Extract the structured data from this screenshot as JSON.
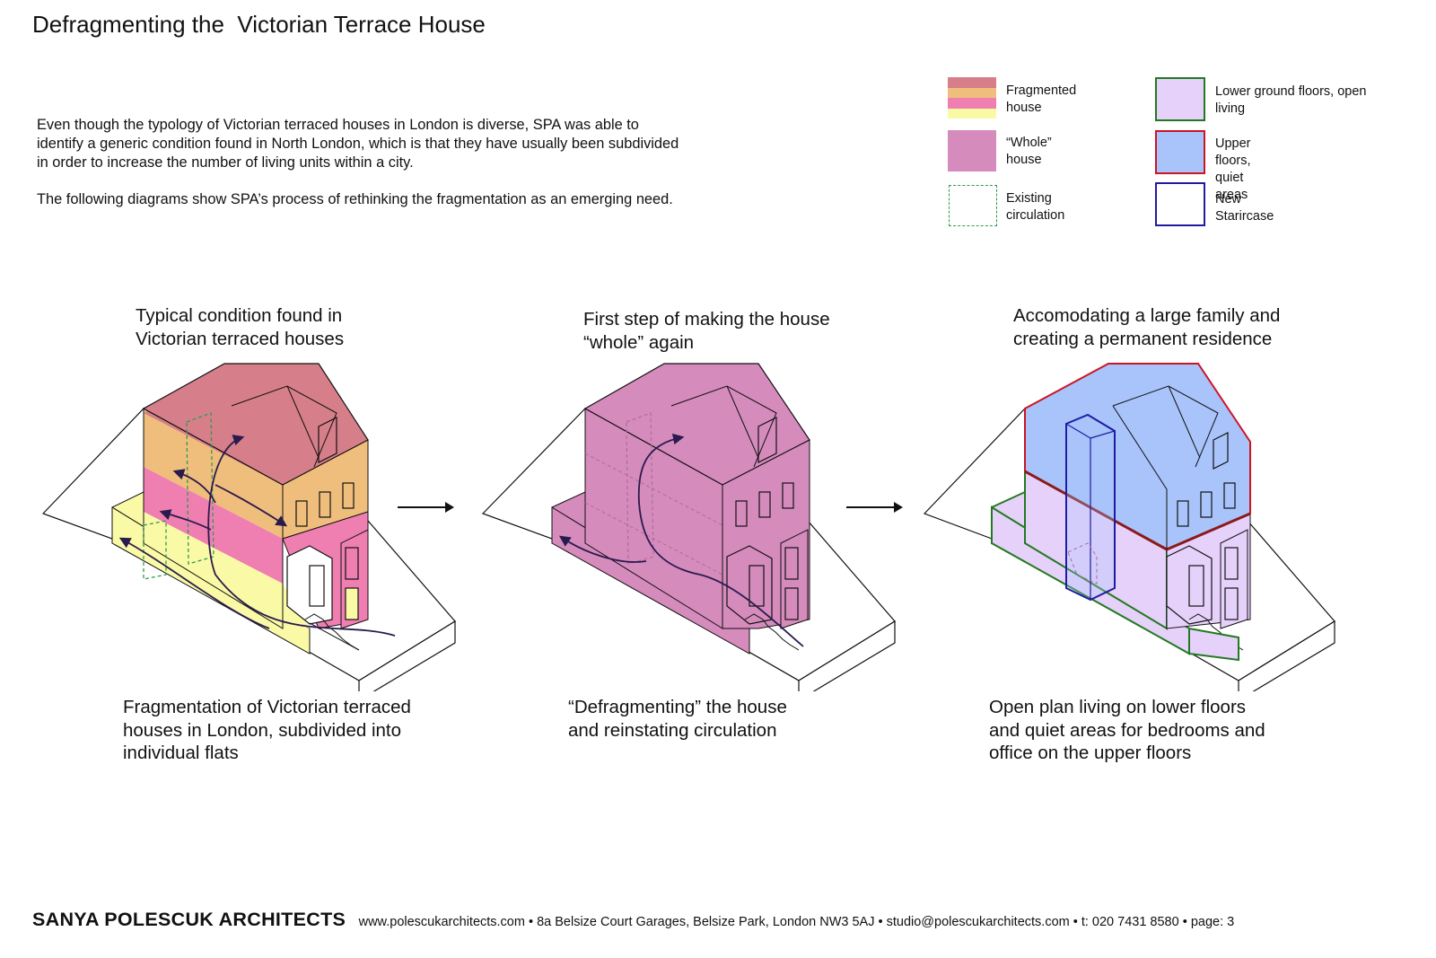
{
  "title": "Defragmenting the  Victorian Terrace House",
  "intro": {
    "paragraph1": "Even though the typology of Victorian terraced houses in London is diverse, SPA was able to identify a generic condition found in North London, which is that they have usually been subdivided in order to increase the number of living units within a city.",
    "paragraph2": "The following diagrams show SPA’s process of rethinking the fragmentation as an emerging need."
  },
  "legend": {
    "fragmented": "Fragmented house",
    "whole": "“Whole” house",
    "circulation": "Existing circulation",
    "lower": "Lower ground floors, open living",
    "upper": "Upper floors, quiet areas",
    "stair": "New Starircase"
  },
  "colors": {
    "fragment_band_1": "#d67f8a",
    "fragment_band_2": "#f0be7c",
    "fragment_band_3": "#ef7fb0",
    "fragment_band_4": "#fafaa6",
    "whole": "#d68bbd",
    "lower": "#e6d1fb",
    "upper": "#a8c4fb",
    "circulation_outline": "#2e9a50",
    "lower_outline": "#227a20",
    "upper_outline": "#cc1424",
    "stair_outline": "#1f1ca0"
  },
  "diagrams": [
    {
      "heading": "Typical condition found in\nVictorian terraced houses",
      "caption": "Fragmentation of Victorian terraced\nhouses in London, subdivided into\nindividual flats"
    },
    {
      "heading": "First step of making the house\n“whole” again",
      "caption": "“Defragmenting” the house\nand reinstating circulation"
    },
    {
      "heading": "Accomodating a large family and\ncreating a permanent residence",
      "caption": "Open plan living on lower floors\nand quiet areas for bedrooms and\noffice on the upper floors"
    }
  ],
  "footer": {
    "brand": "SANYA POLESCUK ARCHITECTS",
    "info": "www.polescukarchitects.com  •  8a Belsize Court Garages, Belsize Park, London NW3 5AJ  •  studio@polescukarchitects.com  •  t: 020 7431 8580  •  page: 3"
  }
}
